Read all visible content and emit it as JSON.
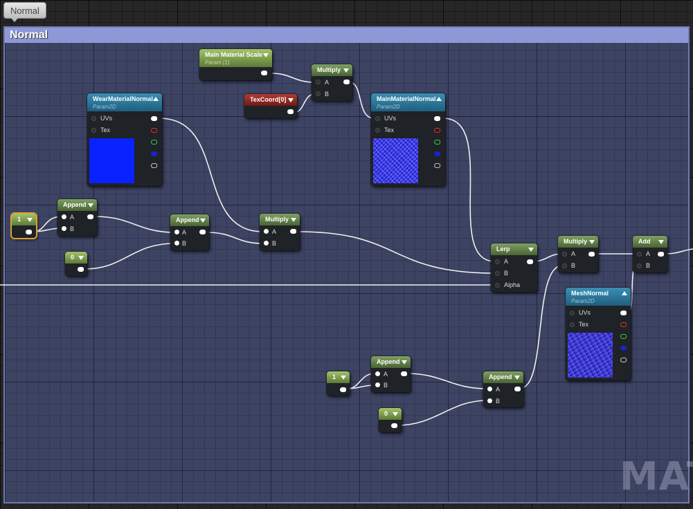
{
  "tab": {
    "label": "Normal"
  },
  "comment": {
    "title": "Normal"
  },
  "watermark": "MAT",
  "colors": {
    "wear_swatch": "#0a22ff",
    "comment_bg": "#3d4362",
    "comment_header": "#8e98d6",
    "selection": "#e0a130"
  },
  "nodes": {
    "main_material_scale": {
      "title": "Main Material Scale",
      "subtitle": "Param (1)"
    },
    "multiply_top": {
      "title": "Multiply",
      "pin_a": "A",
      "pin_b": "B"
    },
    "texcoord": {
      "title": "TexCoord[0]"
    },
    "wear_material_normal": {
      "title": "WearMaterialNormal",
      "subtitle": "Param2D",
      "pin_uvs": "UVs",
      "pin_tex": "Tex"
    },
    "main_material_normal": {
      "title": "MainMaterialNormal",
      "subtitle": "Param2D",
      "pin_uvs": "UVs",
      "pin_tex": "Tex"
    },
    "const_1_left": {
      "title": "1"
    },
    "append_left": {
      "title": "Append",
      "pin_a": "A",
      "pin_b": "B"
    },
    "const_0_left": {
      "title": "0"
    },
    "append_mid": {
      "title": "Append",
      "pin_a": "A",
      "pin_b": "B"
    },
    "multiply_mid": {
      "title": "Multiply",
      "pin_a": "A",
      "pin_b": "B"
    },
    "lerp": {
      "title": "Lerp",
      "pin_a": "A",
      "pin_b": "B",
      "pin_alpha": "Alpha"
    },
    "multiply_right": {
      "title": "Multiply",
      "pin_a": "A",
      "pin_b": "B"
    },
    "add": {
      "title": "Add",
      "pin_a": "A",
      "pin_b": "B"
    },
    "mesh_normal": {
      "title": "MeshNormal",
      "subtitle": "Param2D",
      "pin_uvs": "UVs",
      "pin_tex": "Tex"
    },
    "const_1_bottom": {
      "title": "1"
    },
    "append_bottom_left": {
      "title": "Append",
      "pin_a": "A",
      "pin_b": "B"
    },
    "append_bottom_right": {
      "title": "Append",
      "pin_a": "A",
      "pin_b": "B"
    },
    "const_0_bottom": {
      "title": "0"
    }
  }
}
